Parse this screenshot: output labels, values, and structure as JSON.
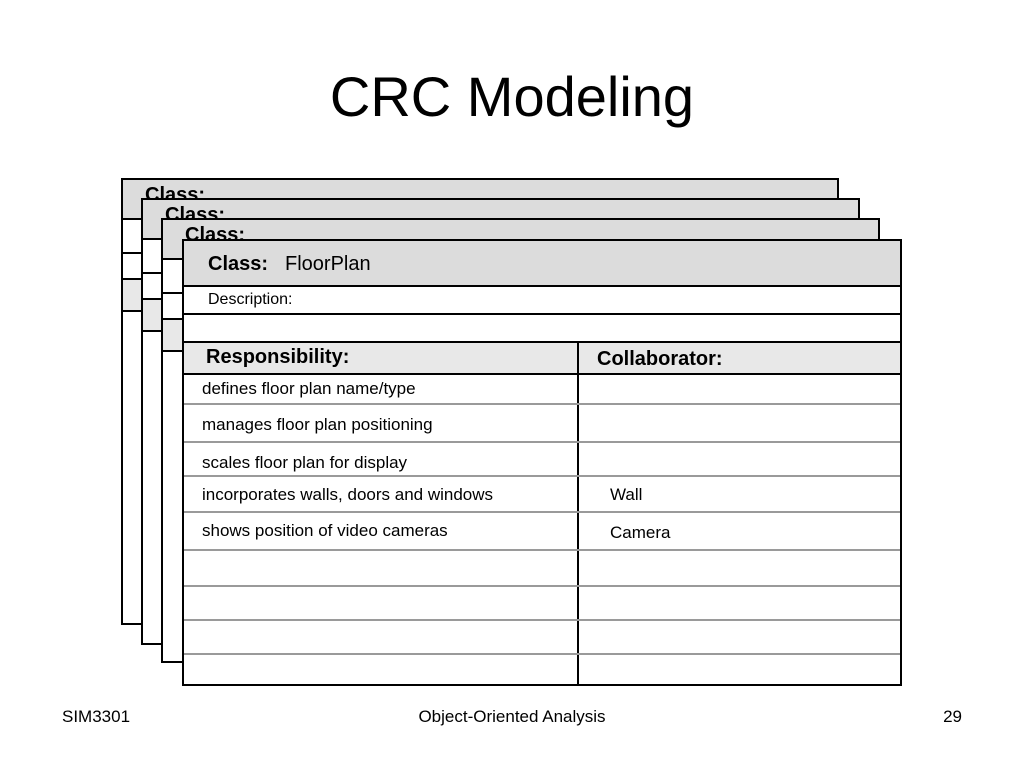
{
  "slide": {
    "title": "CRC Modeling",
    "footer_left": "SIM3301",
    "footer_center": "Object-Oriented Analysis",
    "footer_right": "29"
  },
  "back_cards": [
    {
      "class_label": "Class:"
    },
    {
      "class_label": "Class:"
    },
    {
      "class_label": "Class:"
    }
  ],
  "card": {
    "class_label": "Class:",
    "class_name": "FloorPlan",
    "description_label": "Description:",
    "responsibility_header": "Responsibility:",
    "collaborator_header": "Collaborator:",
    "rows": [
      {
        "responsibility": "defines floor plan name/type",
        "collaborator": ""
      },
      {
        "responsibility": "manages floor plan positioning",
        "collaborator": ""
      },
      {
        "responsibility": "scales floor plan for display",
        "collaborator": ""
      },
      {
        "responsibility": "incorporates walls, doors and windows",
        "collaborator": "Wall"
      },
      {
        "responsibility": "shows position of video cameras",
        "collaborator": "Camera"
      }
    ]
  },
  "colors": {
    "header_fill": "#dcdcdc",
    "band_fill": "#e8e8e8",
    "row_line": "#9a9a9a"
  }
}
